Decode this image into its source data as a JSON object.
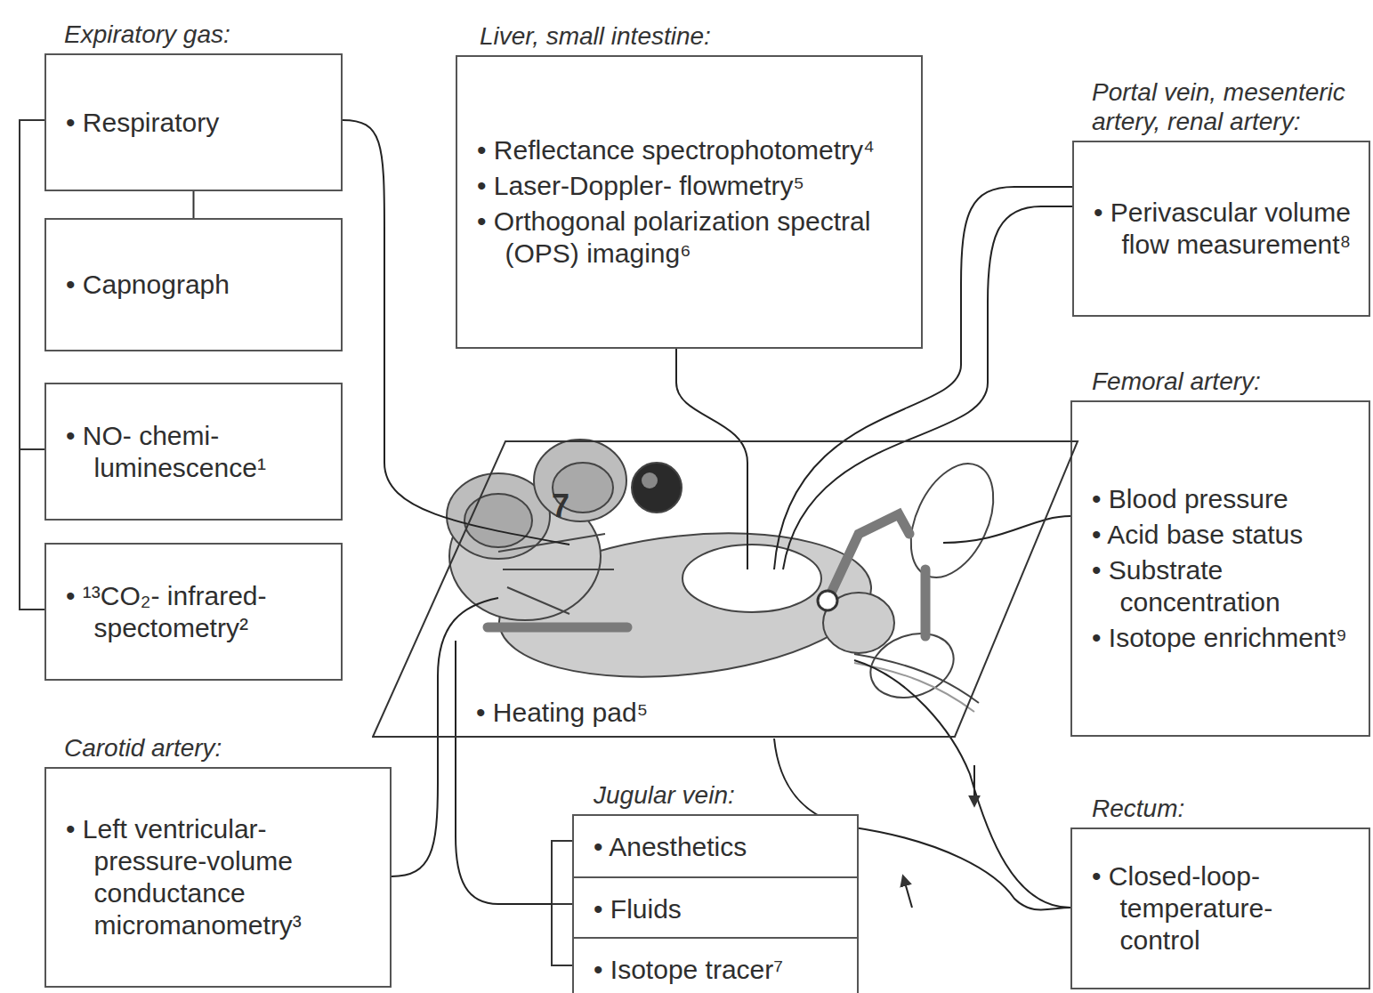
{
  "diagram": {
    "nodes": [
      {
        "text": [
          "Expiratory gas:",
          "• Respiratory"
        ]
      },
      {
        "text": [
          "• Capnograph"
        ]
      },
      {
        "text": [
          "• NO- chemi- luminescence¹"
        ]
      },
      {
        "text": [
          "• ¹³CO₂- infrared- spectometry²"
        ]
      },
      {
        "text": [
          "Liver, small intestine:",
          "• Reflectance spectrophotometry⁴",
          "• Laser-Doppler- flowmetry⁵",
          "• Orthogonal polarization spectral (OPS) imaging⁶"
        ]
      },
      {
        "text": [
          "Portal vein, mesenteric artery, renal artery:",
          "• Perivascular volume flow measurement⁸"
        ]
      },
      {
        "text": [
          "Femoral artery:",
          "• Blood pressure",
          "• Acid base status",
          "• Substrate concentration",
          "• Isotope enrichment⁹"
        ]
      },
      {
        "text": [
          "• Heating pad⁵"
        ]
      },
      {
        "text": [
          "Carotid artery:",
          "• Left ventricular- pressure-volume conductance micromanometry³"
        ]
      },
      {
        "text": [
          "Jugular vein:",
          "• Anesthetics"
        ]
      },
      {
        "text": [
          "• Fluids"
        ]
      },
      {
        "text": [
          "• Isotope tracer⁷"
        ]
      },
      {
        "text": [
          "Rectum:",
          "• Closed-loop- temperature- control"
        ]
      }
    ],
    "edges": [
      {
        "from": 0,
        "to": 1,
        "arrow": "none"
      }
    ],
    "labels": [
      "7"
    ]
  }
}
